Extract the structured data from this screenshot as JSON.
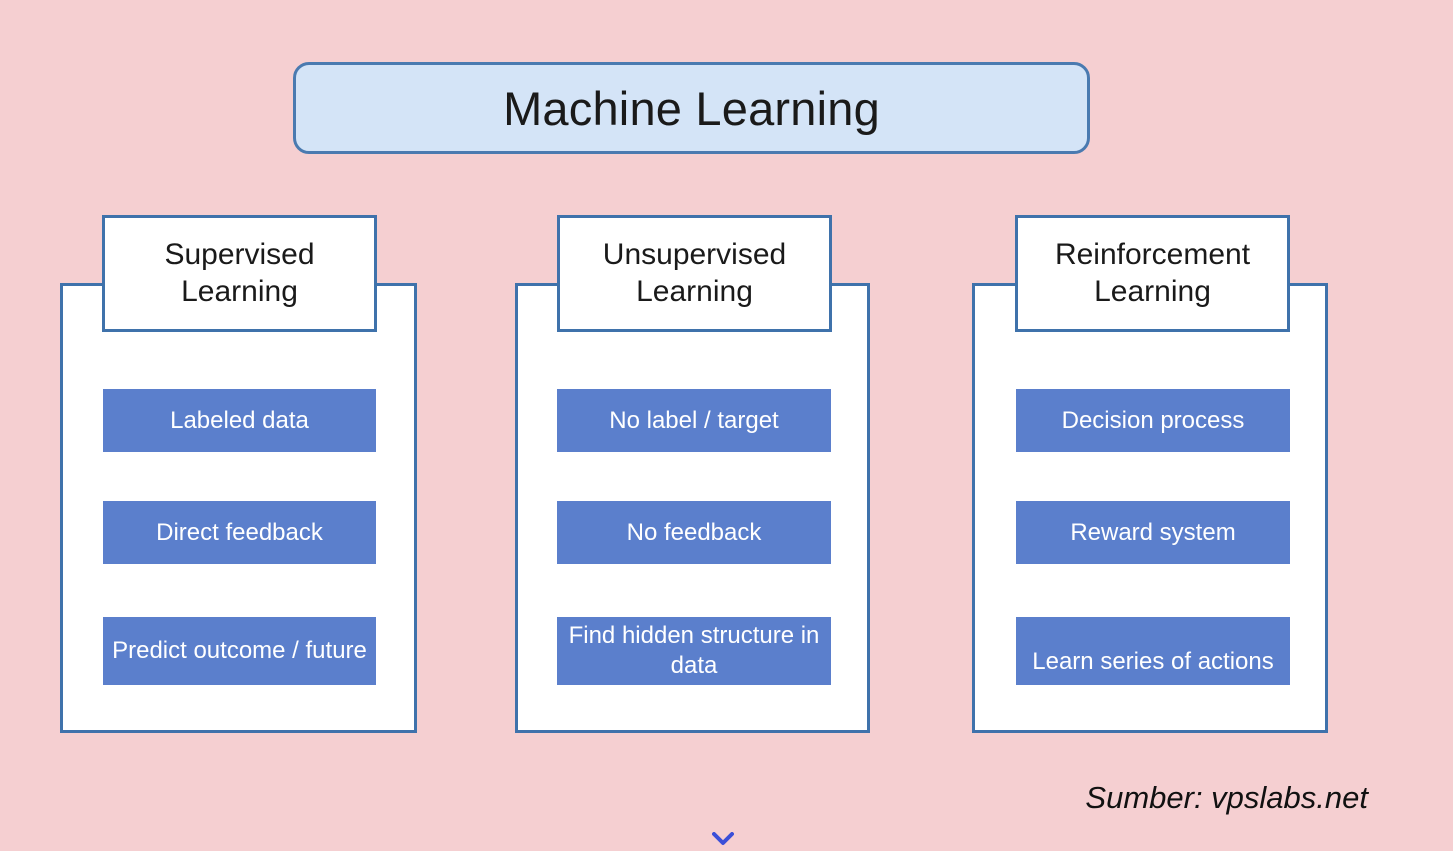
{
  "background_color": "#f5cfd1",
  "title": {
    "text": "Machine Learning",
    "fill_color": "#d4e4f7",
    "border_color": "#4a7ab0"
  },
  "columns": [
    {
      "header": "Supervised Learning",
      "header_line1": "Supervised",
      "header_line2": "Learning",
      "items": [
        {
          "label": "Labeled data"
        },
        {
          "label": "Direct feedback"
        },
        {
          "label": "Predict outcome / future"
        }
      ]
    },
    {
      "header": "Unsupervised Learning",
      "header_line1": "Unsupervised",
      "header_line2": "Learning",
      "items": [
        {
          "label": "No label / target"
        },
        {
          "label": "No feedback"
        },
        {
          "label": "Find hidden structure in data"
        }
      ]
    },
    {
      "header": "Reinforcement Learning",
      "header_line1": "Reinforcement",
      "header_line2": "Learning",
      "items": [
        {
          "label": "Decision process"
        },
        {
          "label": "Reward system"
        },
        {
          "label": "Learn series of actions"
        }
      ]
    }
  ],
  "footer": {
    "source": "Sumber: vpslabs.net"
  },
  "accent": {
    "item_blue": "#5b7fcc",
    "border_blue": "#3f72ab",
    "chevron_blue": "#3b4fd8"
  },
  "icons": {
    "chevron_down": "chevron-down-icon"
  }
}
